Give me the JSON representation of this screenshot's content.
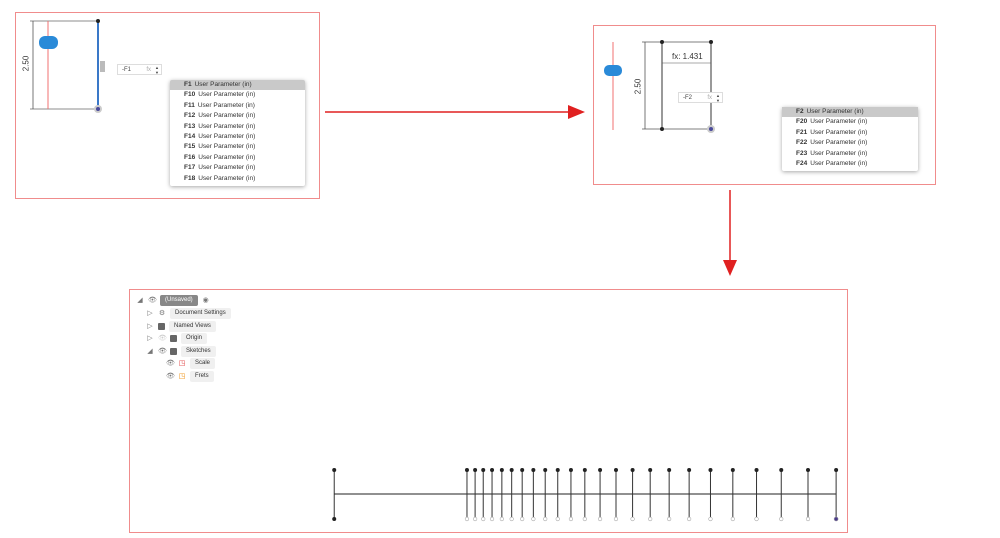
{
  "panel1": {
    "dimension": "2.50",
    "input_value": "-F1",
    "fx_label": "fx",
    "dropdown": [
      {
        "name": "F1",
        "desc": "User Parameter (in)"
      },
      {
        "name": "F10",
        "desc": "User Parameter (in)"
      },
      {
        "name": "F11",
        "desc": "User Parameter (in)"
      },
      {
        "name": "F12",
        "desc": "User Parameter (in)"
      },
      {
        "name": "F13",
        "desc": "User Parameter (in)"
      },
      {
        "name": "F14",
        "desc": "User Parameter (in)"
      },
      {
        "name": "F15",
        "desc": "User Parameter (in)"
      },
      {
        "name": "F16",
        "desc": "User Parameter (in)"
      },
      {
        "name": "F17",
        "desc": "User Parameter (in)"
      },
      {
        "name": "F18",
        "desc": "User Parameter (in)"
      }
    ]
  },
  "panel2": {
    "dimension": "2.50",
    "fx_dimension": "fx: 1.431",
    "input_value": "-F2",
    "fx_label": "fx",
    "dropdown": [
      {
        "name": "F2",
        "desc": "User Parameter (in)"
      },
      {
        "name": "F20",
        "desc": "User Parameter (in)"
      },
      {
        "name": "F21",
        "desc": "User Parameter (in)"
      },
      {
        "name": "F22",
        "desc": "User Parameter (in)"
      },
      {
        "name": "F23",
        "desc": "User Parameter (in)"
      },
      {
        "name": "F24",
        "desc": "User Parameter (in)"
      }
    ]
  },
  "browser": {
    "root": "(Unsaved)",
    "items": [
      "Document Settings",
      "Named Views",
      "Origin",
      "Sketches"
    ],
    "sketches": [
      "Scale",
      "Frets"
    ]
  },
  "colors": {
    "border": "#f08c8c",
    "arrow": "#e02020",
    "blue_line": "#3a78c8",
    "red_line": "#f07070"
  }
}
